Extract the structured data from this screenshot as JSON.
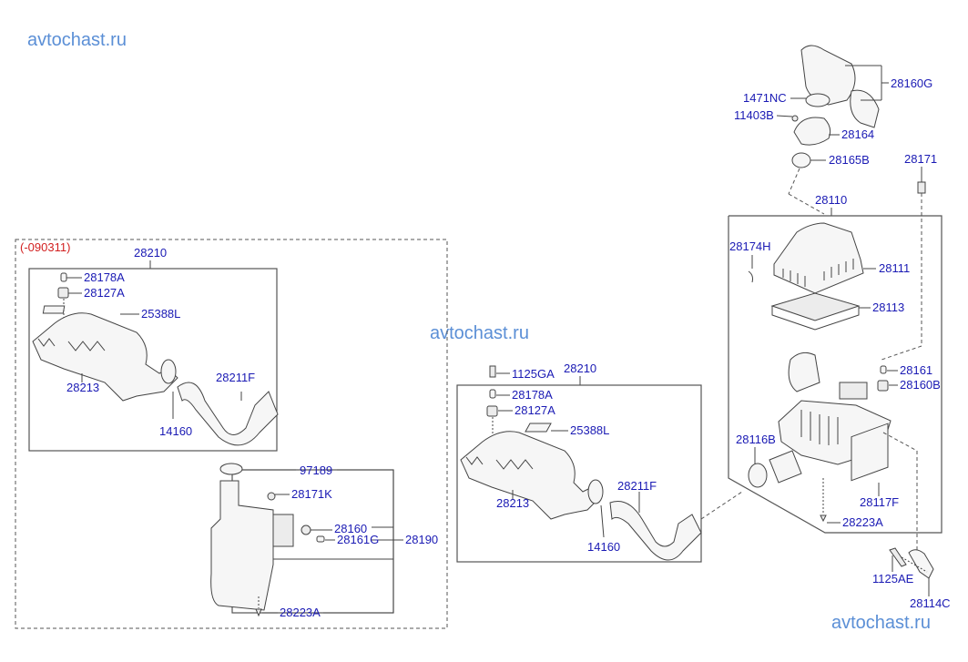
{
  "watermarks": [
    "avtochast.ru",
    "avtochast.ru",
    "avtochast.ru"
  ],
  "diagram": {
    "left_group": {
      "date_code": "(-090311)",
      "assembly_label": "28210",
      "labels": {
        "p28178A": "28178A",
        "p28127A": "28127A",
        "p25388L": "25388L",
        "p28213": "28213",
        "p28211F": "28211F",
        "p14160": "14160"
      }
    },
    "reservoir": {
      "assembly_label": "28190",
      "labels": {
        "p97189": "97189",
        "p28171K": "28171K",
        "p28160": "28160",
        "p28161G": "28161G",
        "p28223A": "28223A"
      }
    },
    "center_group": {
      "assembly_label": "28210",
      "labels": {
        "p1125GA": "1125GA",
        "p28178A": "28178A",
        "p28127A": "28127A",
        "p25388L": "25388L",
        "p28213": "28213",
        "p28211F": "28211F",
        "p14160": "14160"
      }
    },
    "air_cleaner": {
      "assembly_label": "28110",
      "labels": {
        "p28160G": "28160G",
        "p1471NC": "1471NC",
        "p11403B": "11403B",
        "p28164": "28164",
        "p28165B": "28165B",
        "p28171": "28171",
        "p28174H": "28174H",
        "p28111": "28111",
        "p28113": "28113",
        "p28161": "28161",
        "p28160B": "28160B",
        "p28116B": "28116B",
        "p28117F": "28117F",
        "p28223A": "28223A",
        "p1125AE": "1125AE",
        "p28114C": "28114C"
      }
    }
  }
}
